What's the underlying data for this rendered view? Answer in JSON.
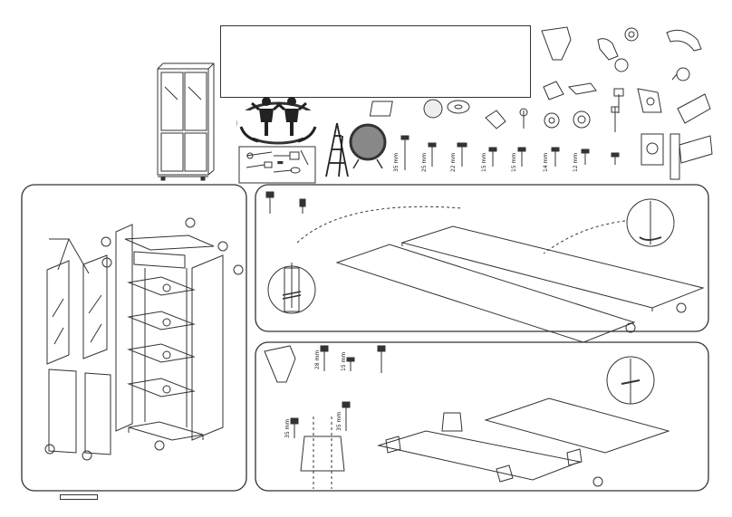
{
  "header": {
    "title_box_text": ""
  },
  "hardware": {
    "lengths": [
      "35 mm",
      "25 mm",
      "22 mm",
      "15 mm",
      "15 mm",
      "14 mm",
      "12 mm"
    ]
  },
  "step3": {
    "lengths": [
      "28 mm",
      "15 mm",
      "35 mm",
      "35 mm"
    ]
  },
  "footer": {
    "page_marker": ""
  },
  "colors": {
    "line": "#333333",
    "accent_grey": "#888888",
    "background": "#ffffff"
  }
}
